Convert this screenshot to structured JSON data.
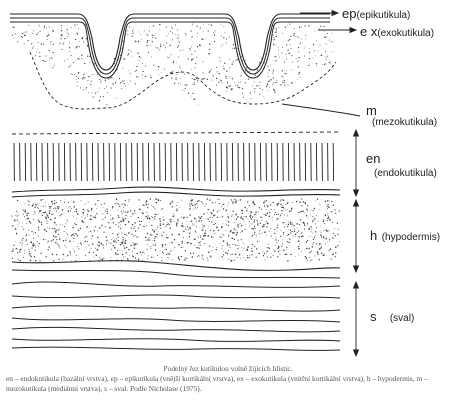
{
  "labels": {
    "ep": {
      "abbr": "ep",
      "full": "(epikutikula)"
    },
    "ex": {
      "abbr": "e x",
      "full": "(exokutikula)"
    },
    "m": {
      "abbr": "m",
      "full": "(mezokutikula)"
    },
    "en": {
      "abbr": "en",
      "full": "(endokutikula)"
    },
    "h": {
      "abbr": "h",
      "full": "(hypodermis)"
    },
    "s": {
      "abbr": "s",
      "full": "(sval)"
    }
  },
  "caption": {
    "title": "Podelný řez kutikulou volně žijících hlístic.",
    "body": "en – endokutikula (bazální vrstva), ep – epikutikula (vnější kortikální vrstva), ex – exokutikula (vnitřní kortikální vrstva), h – hypodermis, m – mezokutikula (mediánní vrstva), s – sval. Podle Nicholase (1975)."
  },
  "colors": {
    "ink": "#222222",
    "stipple": "#444444",
    "caption": "#555555"
  }
}
